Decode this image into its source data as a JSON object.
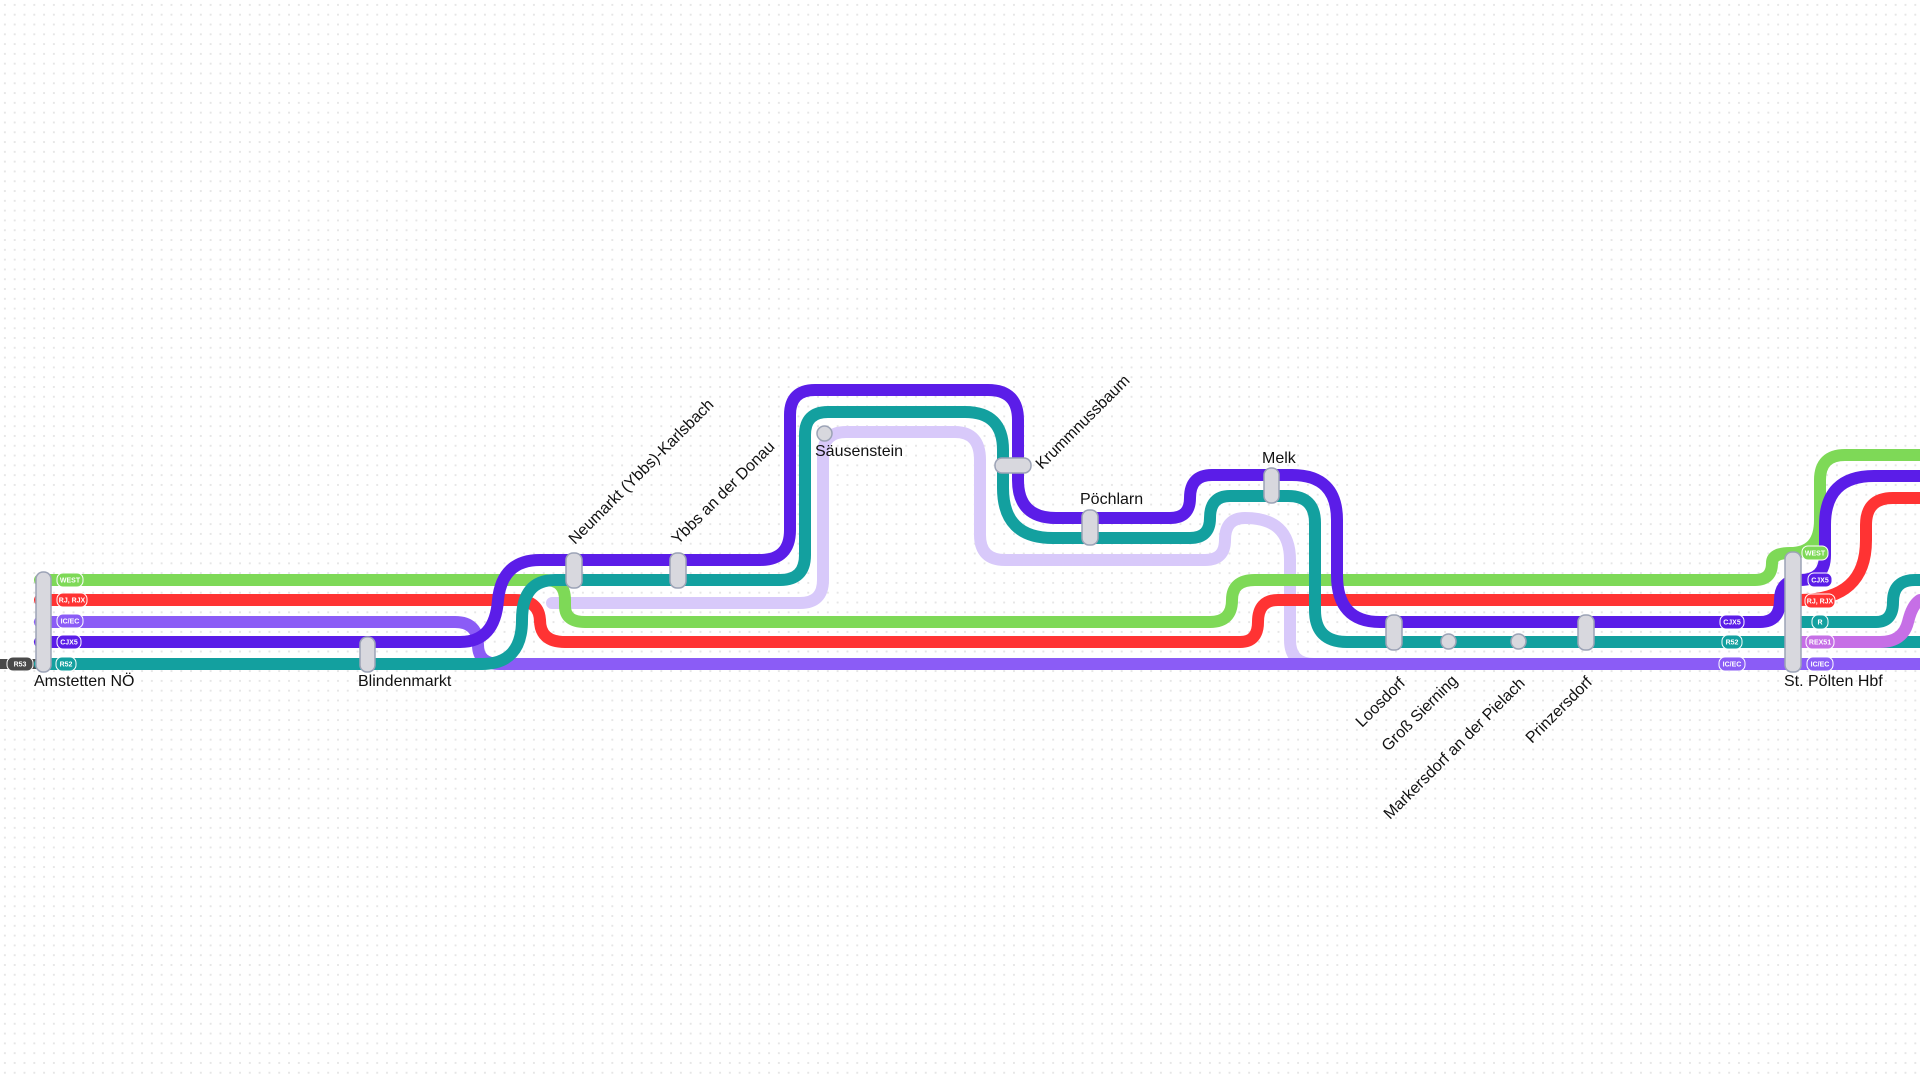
{
  "colors": {
    "west": "#7ed957",
    "rj": "#ff3333",
    "icec_light": "#8b5cf6",
    "cjx": "#5b1de8",
    "r52": "#13a09f",
    "lavender": "#d8c9fa",
    "rex51": "#c66fe6",
    "r53": "#4a4a4a",
    "station_fill": "#d8d8de"
  },
  "lines": [
    {
      "id": "west",
      "color_key": "west"
    },
    {
      "id": "rj",
      "color_key": "rj"
    },
    {
      "id": "icec",
      "color_key": "icec_light"
    },
    {
      "id": "cjx",
      "color_key": "cjx"
    },
    {
      "id": "r52",
      "color_key": "r52"
    },
    {
      "id": "lavender",
      "color_key": "lavender"
    },
    {
      "id": "rex51",
      "color_key": "rex51"
    }
  ],
  "stations": {
    "amstetten": "Amstetten NÖ",
    "blindenmarkt": "Blindenmarkt",
    "neumarkt": "Neumarkt (Ybbs)-Karlsbach",
    "ybbs": "Ybbs an der Donau",
    "saeusenstein": "Säusenstein",
    "krummnussbaum": "Krummnussbaum",
    "poechlarn": "Pöchlarn",
    "melk": "Melk",
    "loosdorf": "Loosdorf",
    "gross_sierning": "Groß Sierning",
    "markersdorf": "Markersdorf an der Pielach",
    "prinzersdorf": "Prinzersdorf",
    "st_poelten": "St. Pölten Hbf"
  },
  "badges": {
    "west": "WEST",
    "rj": "RJ, RJX",
    "icec": "IC/EC",
    "cjx": "CJX5",
    "r52": "R52",
    "r53": "R53",
    "r": "R",
    "rex51": "REX51"
  }
}
